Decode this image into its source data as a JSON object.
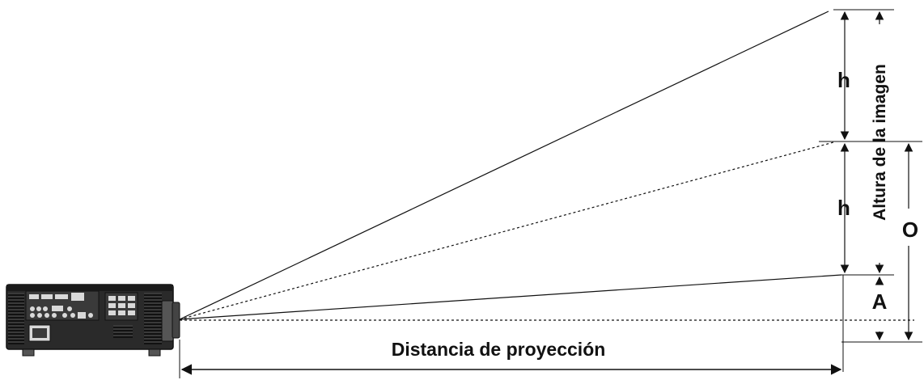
{
  "labels": {
    "h_upper": "h",
    "h_lower": "h",
    "image_height": "Altura de la imagen",
    "offset_o": "O",
    "offset_a": "A",
    "throw_distance": "Distancia de proyección"
  },
  "colors": {
    "line": "#111111",
    "projector_body": "#262626",
    "projector_dark": "#111111",
    "projector_light": "#d9d9d9"
  }
}
